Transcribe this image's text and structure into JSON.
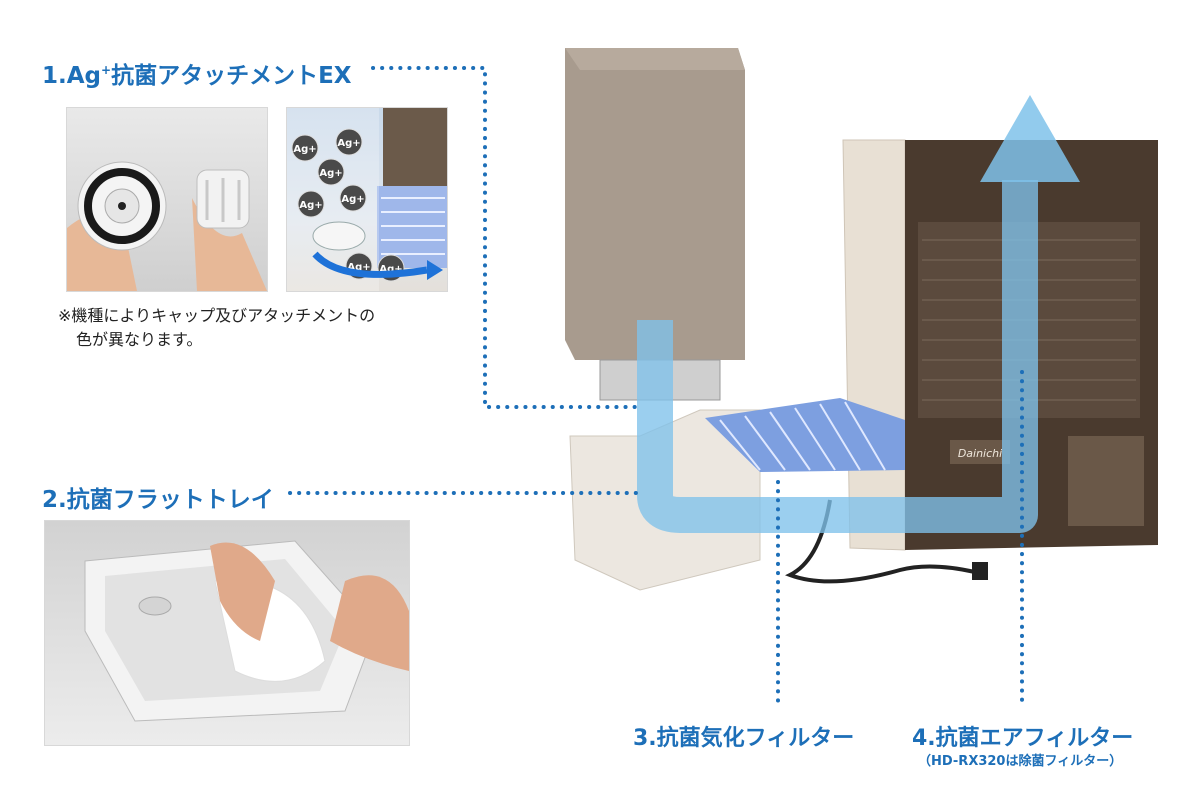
{
  "labels": {
    "attachment": {
      "prefix": "1.Ag",
      "sup": "+",
      "suffix": "抗菌アタッチメントEX"
    },
    "tray": "2.抗菌フラットトレイ",
    "vaporizing_filter": "3.抗菌気化フィルター",
    "air_filter": "4.抗菌エアフィルター",
    "air_filter_note": "（HD-RX320は除菌フィルター）"
  },
  "note": {
    "line1": "※機種によりキャップ及びアタッチメントの",
    "line2": "色が異なります。"
  },
  "ion_labels": [
    "Ag+",
    "Ag+",
    "Ag+",
    "Ag+",
    "Ag+",
    "Ag+",
    "Ag+"
  ],
  "brand": "Dainichi",
  "colors": {
    "accent": "#1d6fb8",
    "airflow": "#7fc2ea",
    "tank": "#9e9082",
    "body_front": "#4a3a2e",
    "body_side": "#e8e0d4",
    "filter": "#7d9fe0"
  }
}
